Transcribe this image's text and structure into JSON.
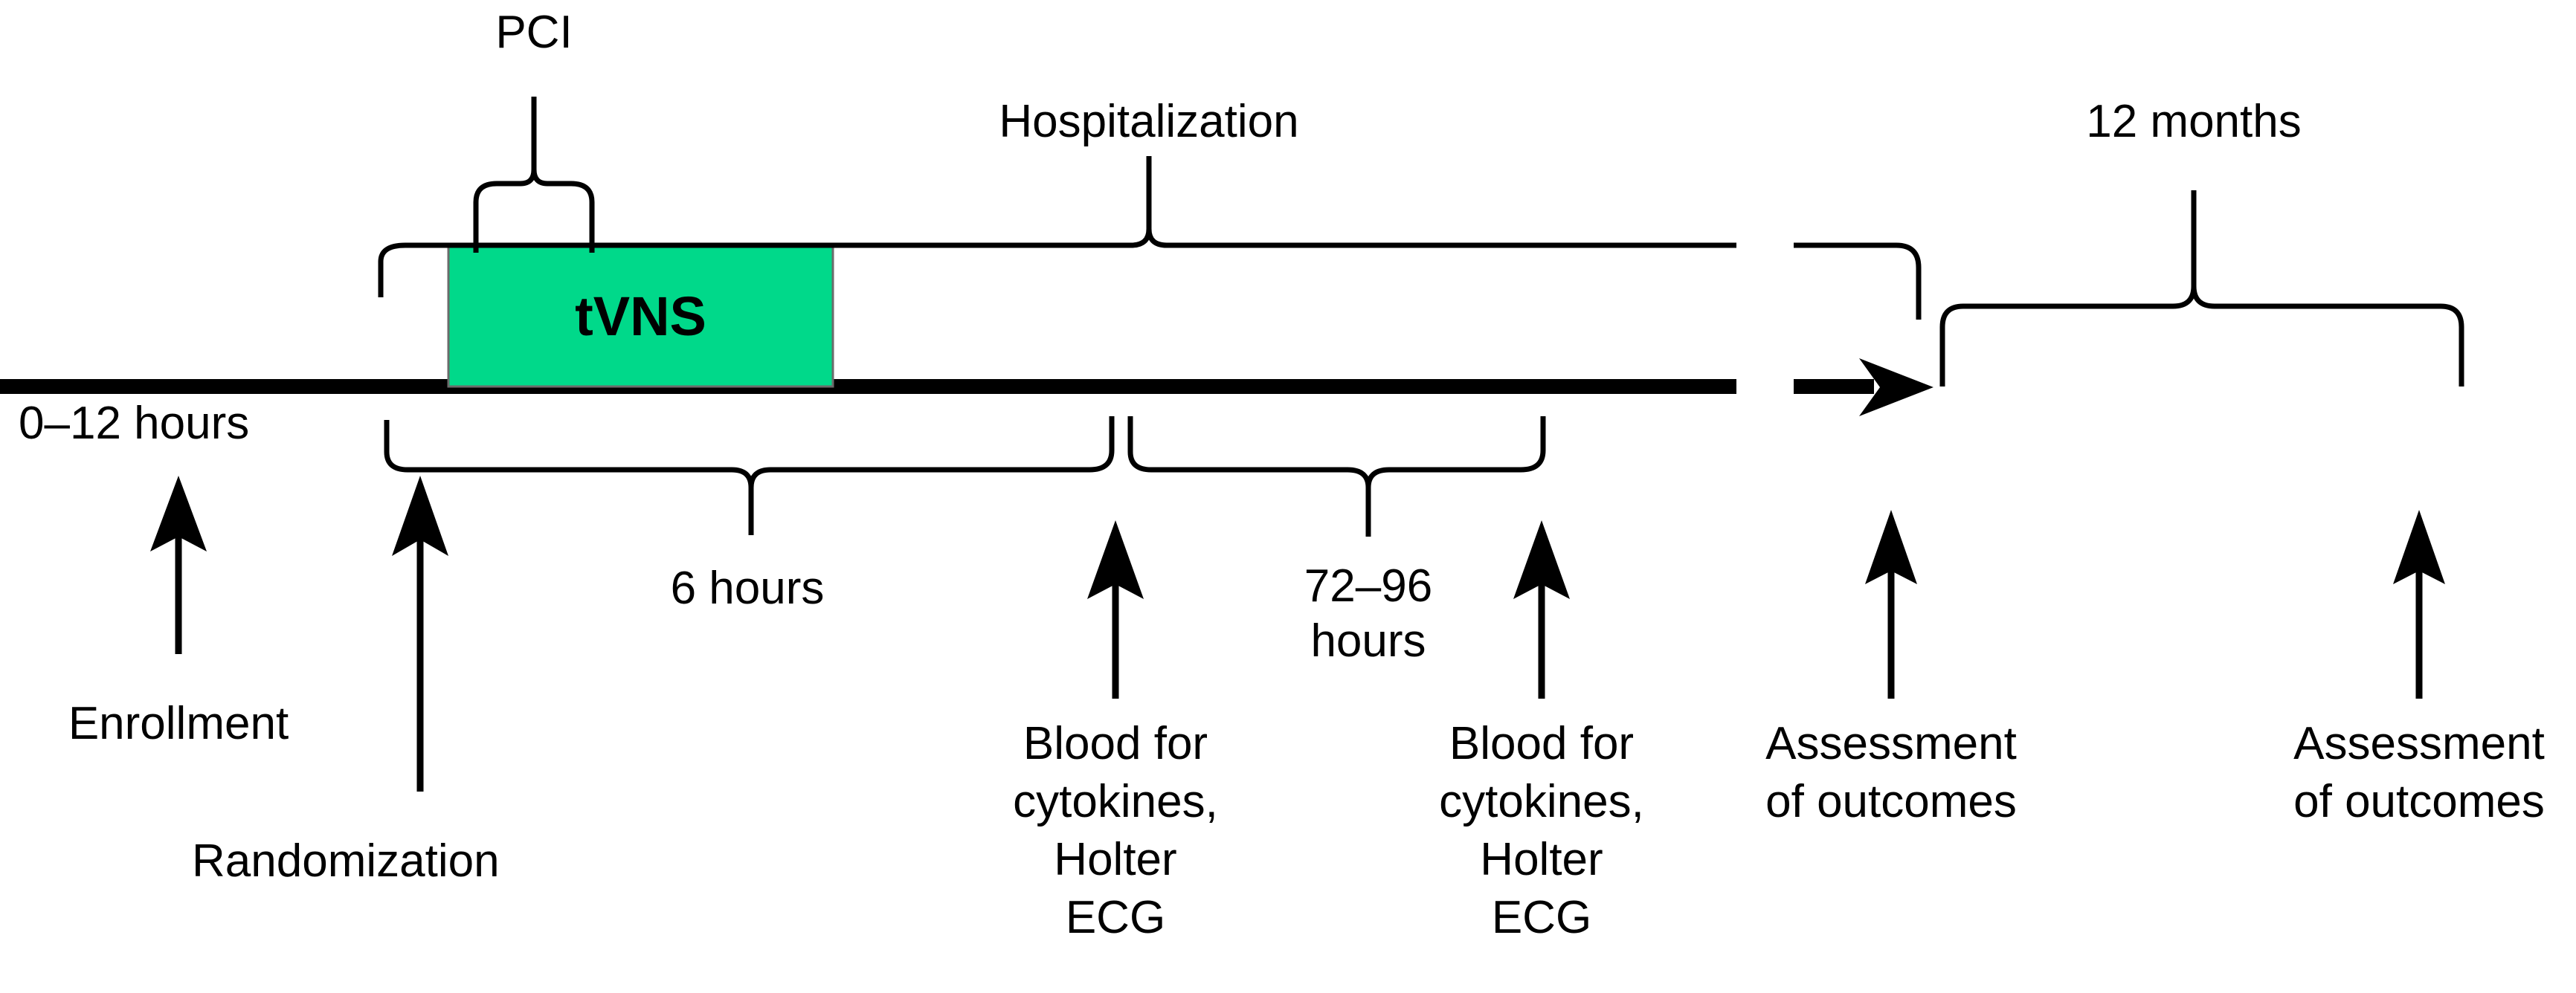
{
  "figure": {
    "type": "clinical-trial-timeline",
    "title": "",
    "background_color": "#ffffff",
    "line_color": "#000000",
    "accent_color": "#00d98a"
  },
  "blocks": [
    {
      "id": "tvns",
      "label": "tVNS",
      "fill": "#00d98a",
      "border": "#555555"
    }
  ],
  "top_braces": [
    {
      "id": "pci",
      "label": "PCI"
    },
    {
      "id": "hospitalization",
      "label": "Hospitalization"
    },
    {
      "id": "twelve-months",
      "label": "12 months"
    }
  ],
  "bottom_braces": [
    {
      "id": "six-hours",
      "label": "6 hours"
    },
    {
      "id": "seventy-two-ninety-six-hours",
      "label_line1": "72–96",
      "label_line2": "hours"
    }
  ],
  "interval_labels": [
    {
      "id": "zero-twelve-hours",
      "label": "0–12 hours"
    }
  ],
  "events": [
    {
      "id": "enrollment",
      "lines": [
        "Enrollment"
      ]
    },
    {
      "id": "randomization",
      "lines": [
        "Randomization"
      ]
    },
    {
      "id": "blood-draw-1",
      "lines": [
        "Blood for",
        "cytokines,",
        "Holter",
        "ECG"
      ]
    },
    {
      "id": "blood-draw-2",
      "lines": [
        "Blood for",
        "cytokines,",
        "Holter",
        "ECG"
      ]
    },
    {
      "id": "assessment-1",
      "lines": [
        "Assessment",
        "of outcomes"
      ]
    },
    {
      "id": "assessment-2",
      "lines": [
        "Assessment",
        "of outcomes"
      ]
    }
  ],
  "axis": {
    "id": "timeline-axis",
    "has_arrowhead": true,
    "direction": "left-to-right"
  }
}
